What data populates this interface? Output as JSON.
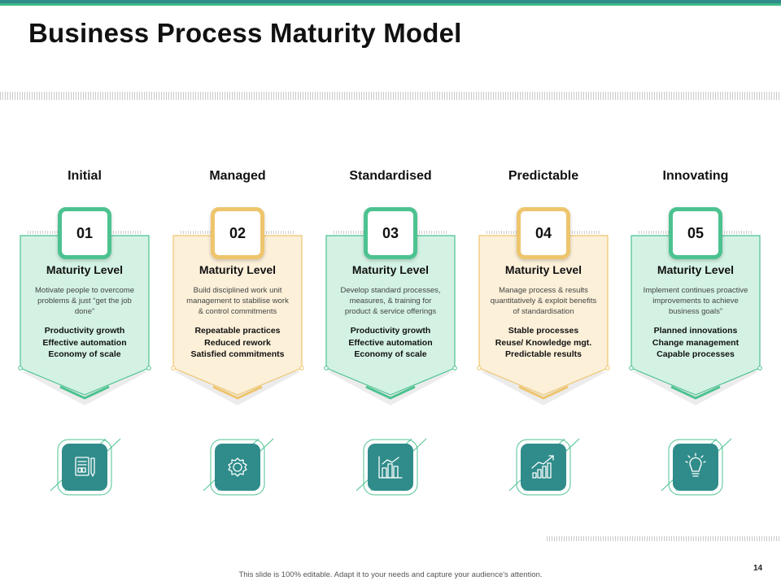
{
  "slide": {
    "title": "Business Process Maturity Model",
    "footer": "This slide is 100% editable.  Adapt it to your needs and capture your audience's attention.",
    "page_number": "14"
  },
  "colors": {
    "green_fill": "#d3f2e4",
    "green_stroke": "#4cc290",
    "yellow_fill": "#fcf0d9",
    "yellow_stroke": "#eec56d",
    "icon_tile": "#2f8c8a",
    "teal_bar": "#2f8c8a"
  },
  "stages": [
    {
      "title": "Initial",
      "number": "01",
      "label": "Maturity Level",
      "description": "Motivate people to overcome problems & just “get the job done”",
      "bullets": [
        "Productivity growth",
        "Effective automation",
        "Economy of scale"
      ],
      "theme": "green",
      "icon": "document-pencil-icon"
    },
    {
      "title": "Managed",
      "number": "02",
      "label": "Maturity Level",
      "description": "Build disciplined work unit management to stabilise work & control commitments",
      "bullets": [
        "Repeatable practices",
        "Reduced rework",
        "Satisfied commitments"
      ],
      "theme": "yellow",
      "icon": "gear-icon"
    },
    {
      "title": "Standardised",
      "number": "03",
      "label": "Maturity Level",
      "description": "Develop standard processes, measures, & training for product & service offerings",
      "bullets": [
        "Productivity growth",
        "Effective automation",
        "Economy of scale"
      ],
      "theme": "green",
      "icon": "bar-chart-icon"
    },
    {
      "title": "Predictable",
      "number": "04",
      "label": "Maturity Level",
      "description": "Manage process & results quantitatively & exploit benefits of standardisation",
      "bullets": [
        "Stable processes",
        "Reuse/ Knowledge mgt.",
        "Predictable results"
      ],
      "theme": "yellow",
      "icon": "growth-chart-icon"
    },
    {
      "title": "Innovating",
      "number": "05",
      "label": "Maturity Level",
      "description": "Implement  continues proactive improvements to achieve business goals”",
      "bullets": [
        "Planned innovations",
        "Change management",
        "Capable processes"
      ],
      "theme": "green",
      "icon": "lightbulb-icon"
    }
  ]
}
